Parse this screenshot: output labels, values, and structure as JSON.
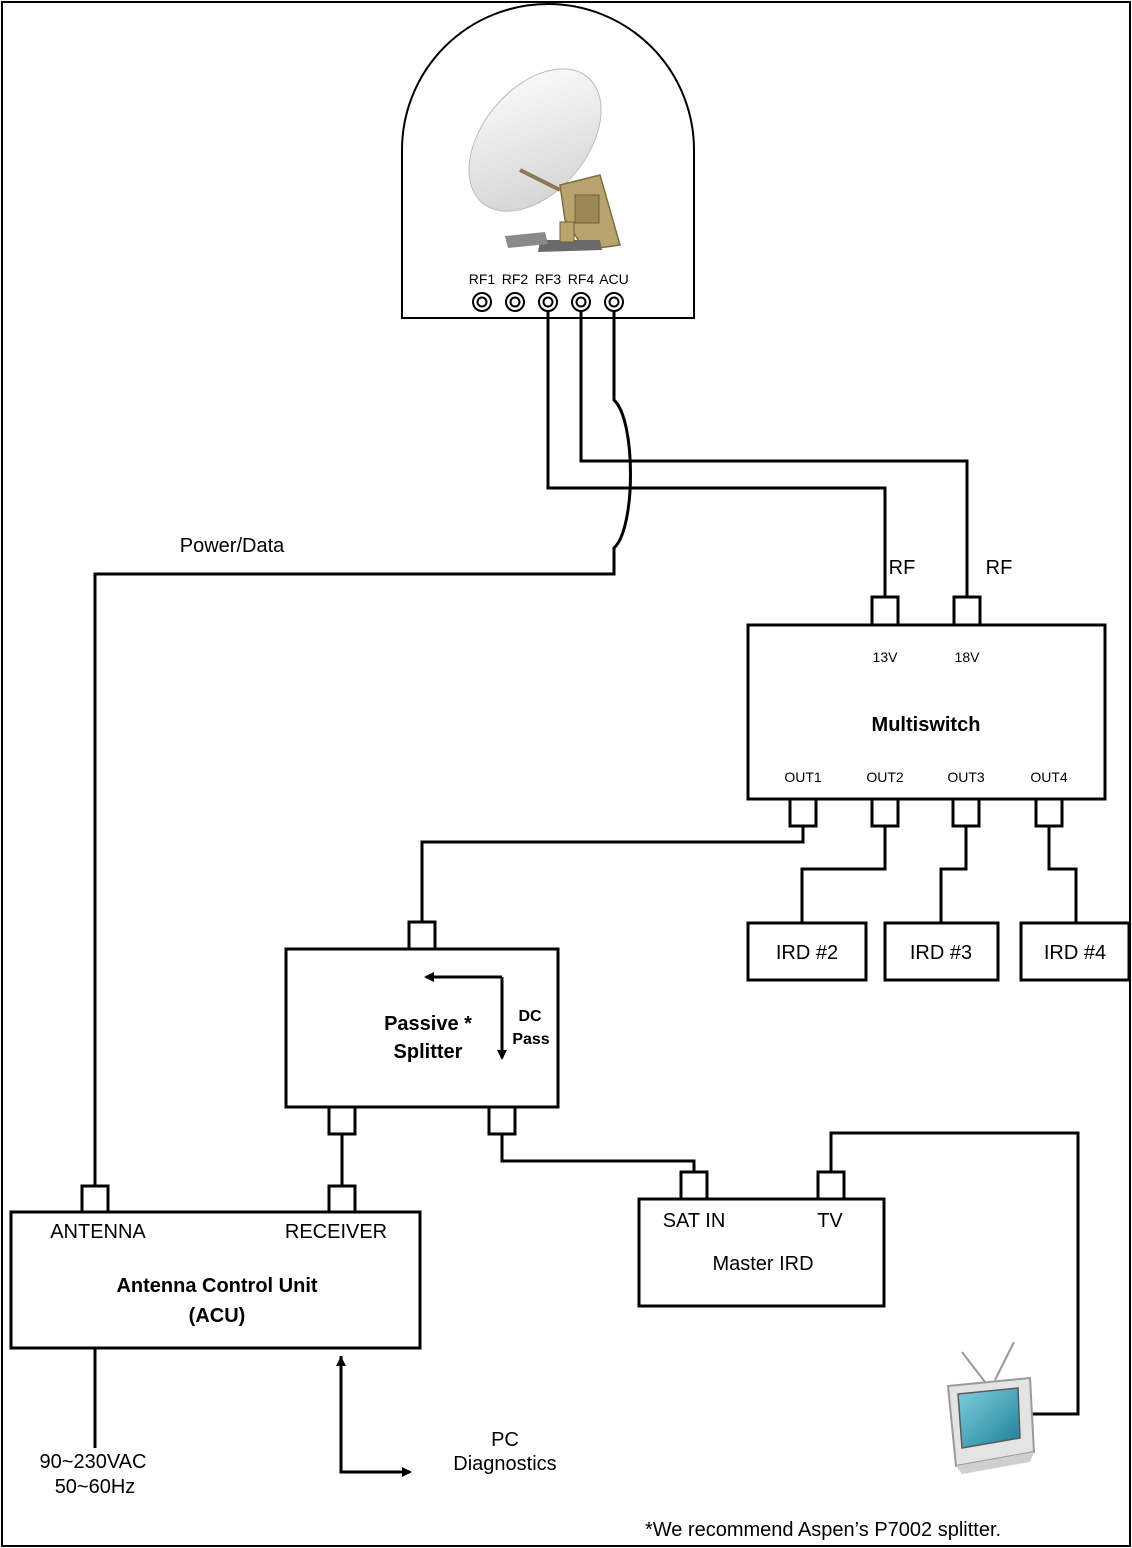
{
  "antenna": {
    "ports": [
      "RF1",
      "RF2",
      "RF3",
      "RF4",
      "ACU"
    ]
  },
  "cables": {
    "power_data": "Power/Data",
    "rf_left": "RF",
    "rf_right": "RF"
  },
  "multiswitch": {
    "title": "Multiswitch",
    "input_13v": "13V",
    "input_18v": "18V",
    "outputs": [
      "OUT1",
      "OUT2",
      "OUT3",
      "OUT4"
    ]
  },
  "ird_boxes": [
    "IRD #2",
    "IRD #3",
    "IRD #4"
  ],
  "splitter": {
    "title_line1": "Passive *",
    "title_line2": "Splitter",
    "dc_line1": "DC",
    "dc_line2": "Pass"
  },
  "acu": {
    "antenna_port": "ANTENNA",
    "receiver_port": "RECEIVER",
    "title_line1": "Antenna Control Unit",
    "title_line2": "(ACU)"
  },
  "master_ird": {
    "sat_in": "SAT IN",
    "tv": "TV",
    "title": "Master IRD"
  },
  "power_supply": {
    "line1": "90~230VAC",
    "line2": "50~60Hz"
  },
  "pc": {
    "line1": "PC",
    "line2": "Diagnostics"
  },
  "footnote": "*We recommend Aspen’s P7002 splitter.",
  "colors": {
    "dc_pass": "#e00000",
    "dish": "#f2f2f2",
    "mount": "#b9a470",
    "tv_screen": "#2f9bb3",
    "tv_body": "#e6e6e6"
  }
}
